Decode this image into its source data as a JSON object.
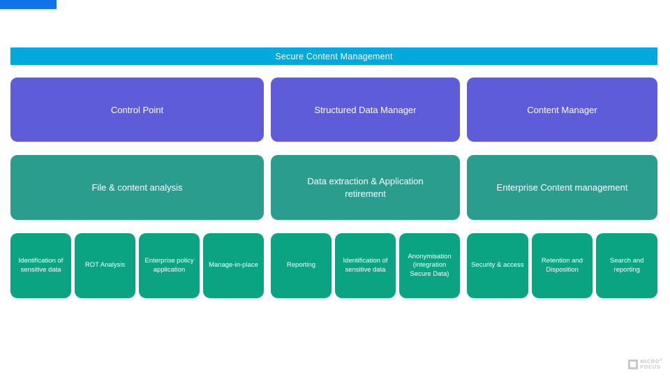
{
  "slide": {
    "banner_title": "Secure Content Management",
    "colors": {
      "accent_tab": "#1173E8",
      "banner": "#00A9DB",
      "product_box": "#5E5CD8",
      "capability_box": "#2A9D8F",
      "feature_box": "#0AA483",
      "text": "#FFFFFF"
    }
  },
  "columns": [
    {
      "product": "Control Point",
      "capability": "File & content analysis",
      "features": [
        "Identification of sensitive data",
        "ROT Analysis",
        "Enterprise policy application",
        "Manage-in-place"
      ]
    },
    {
      "product": "Structured Data Manager",
      "capability": "Data extraction & Application retirement",
      "features": [
        "Reporting",
        "Identification of sensitive data",
        "Anonymisation (integration Secure Data)"
      ]
    },
    {
      "product": "Content Manager",
      "capability": "Enterprise Content management",
      "features": [
        "Security & access",
        "Retention and Disposition",
        "Search and reporting"
      ]
    }
  ],
  "logo": {
    "line1": "MICRO",
    "line2": "FOCUS",
    "trademark": "®"
  }
}
